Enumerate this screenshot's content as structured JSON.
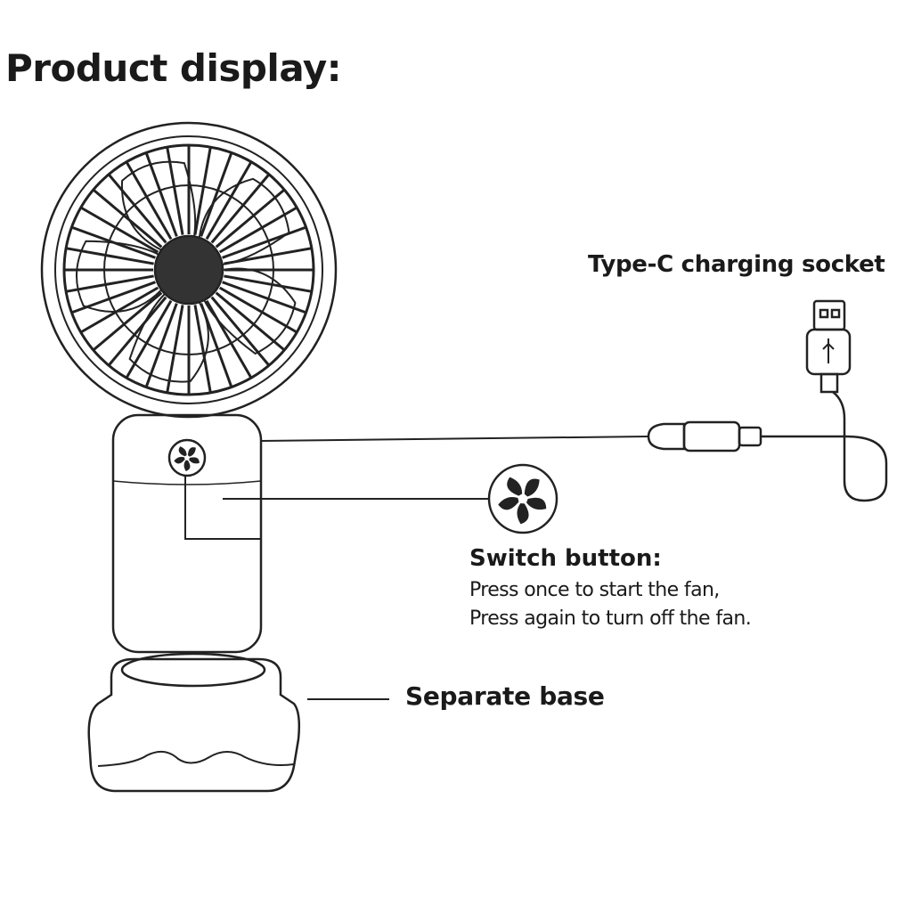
{
  "title": "Product display:",
  "labels": {
    "typec": "Type-C charging socket",
    "switch_title": "Switch button:",
    "switch_line1": "Press once to start the fan,",
    "switch_line2": "Press again to turn off the fan.",
    "base": "Separate base"
  },
  "colors": {
    "line": "#222222",
    "hub": "#333333"
  }
}
